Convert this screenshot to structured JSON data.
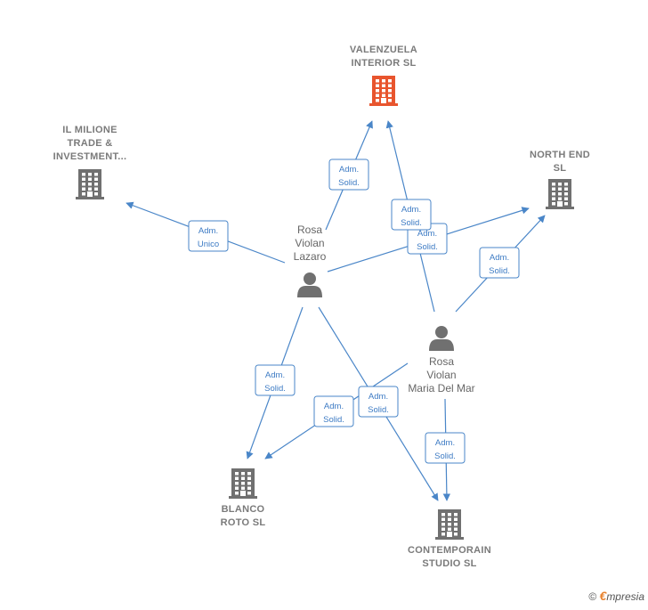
{
  "nodes": {
    "valenzuela": {
      "label": [
        "VALENZUELA",
        "INTERIOR  SL"
      ],
      "color": "#e8552e",
      "icon": "building-icon"
    },
    "il_milione": {
      "label": [
        "IL MILIONE",
        "TRADE &",
        "INVESTMENT..."
      ],
      "color": "#707070",
      "icon": "building-icon"
    },
    "north_end": {
      "label": [
        "NORTH END",
        "SL"
      ],
      "color": "#707070",
      "icon": "building-icon"
    },
    "blanco": {
      "label": [
        "BLANCO",
        "ROTO  SL"
      ],
      "color": "#707070",
      "icon": "building-icon"
    },
    "contemporain": {
      "label": [
        "CONTEMPORAIN",
        "STUDIO SL"
      ],
      "color": "#707070",
      "icon": "building-icon"
    },
    "rosa_lazaro": {
      "label": [
        "Rosa",
        "Violan",
        "Lazaro"
      ],
      "color": "#707070",
      "icon": "person-icon"
    },
    "rosa_maria": {
      "label": [
        "Rosa",
        "Violan",
        "Maria Del Mar"
      ],
      "color": "#707070",
      "icon": "person-icon"
    }
  },
  "edges": [
    {
      "from": "rosa_lazaro",
      "to": "valenzuela",
      "role": [
        "Adm.",
        "Solid."
      ]
    },
    {
      "from": "rosa_lazaro",
      "to": "il_milione",
      "role": [
        "Adm.",
        "Unico"
      ]
    },
    {
      "from": "rosa_lazaro",
      "to": "north_end",
      "role": [
        "Adm.",
        "Solid."
      ]
    },
    {
      "from": "rosa_lazaro",
      "to": "blanco",
      "role": [
        "Adm.",
        "Solid."
      ]
    },
    {
      "from": "rosa_lazaro",
      "to": "contemporain",
      "role": [
        "Adm.",
        "Solid."
      ]
    },
    {
      "from": "rosa_maria",
      "to": "valenzuela",
      "role": [
        "Adm.",
        "Solid."
      ]
    },
    {
      "from": "rosa_maria",
      "to": "north_end",
      "role": [
        "Adm.",
        "Solid."
      ]
    },
    {
      "from": "rosa_maria",
      "to": "blanco",
      "role": [
        "Adm.",
        "Solid."
      ]
    },
    {
      "from": "rosa_maria",
      "to": "contemporain",
      "role": [
        "Adm.",
        "Solid."
      ]
    }
  ],
  "watermark": {
    "symbol": "©",
    "brand_initial": "€",
    "brand_rest": "mpresia"
  },
  "edge_color": "#4a86c8"
}
